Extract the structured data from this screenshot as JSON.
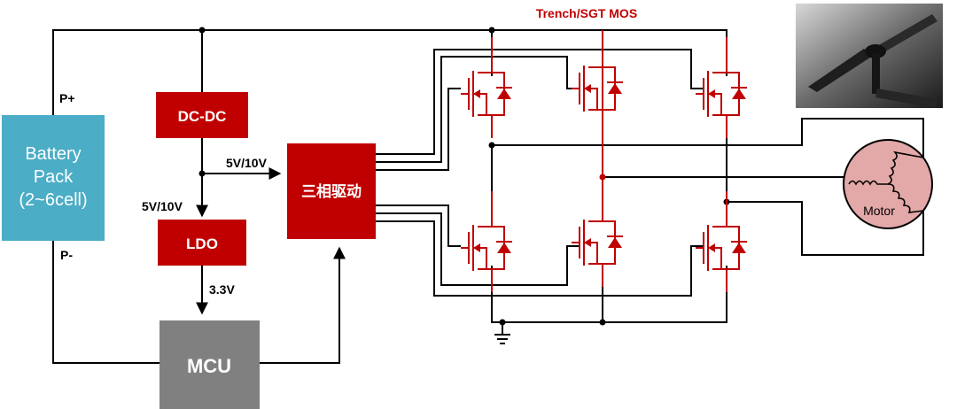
{
  "labels": {
    "mosfet_title": "Trench/SGT MOS",
    "p_plus": "P+",
    "p_minus": "P-",
    "dcdc_out": "5V/10V",
    "ldo_in": "5V/10V",
    "mcu_supply": "3.3V"
  },
  "blocks": {
    "battery_line1": "Battery",
    "battery_line2": "Pack",
    "battery_line3": "(2~6cell)",
    "dcdc": "DC-DC",
    "ldo": "LDO",
    "mcu": "MCU",
    "driver": "三相驱动",
    "motor": "Motor"
  },
  "colors": {
    "battery": "#4badc6",
    "block_red": "#c00000",
    "mcu": "#808080",
    "motor": "#e3a8a8",
    "wire": "#000000"
  },
  "icons": {
    "photo": "drone-propeller-photo",
    "ground": "ground-icon",
    "transistor": "mosfet-icon"
  }
}
